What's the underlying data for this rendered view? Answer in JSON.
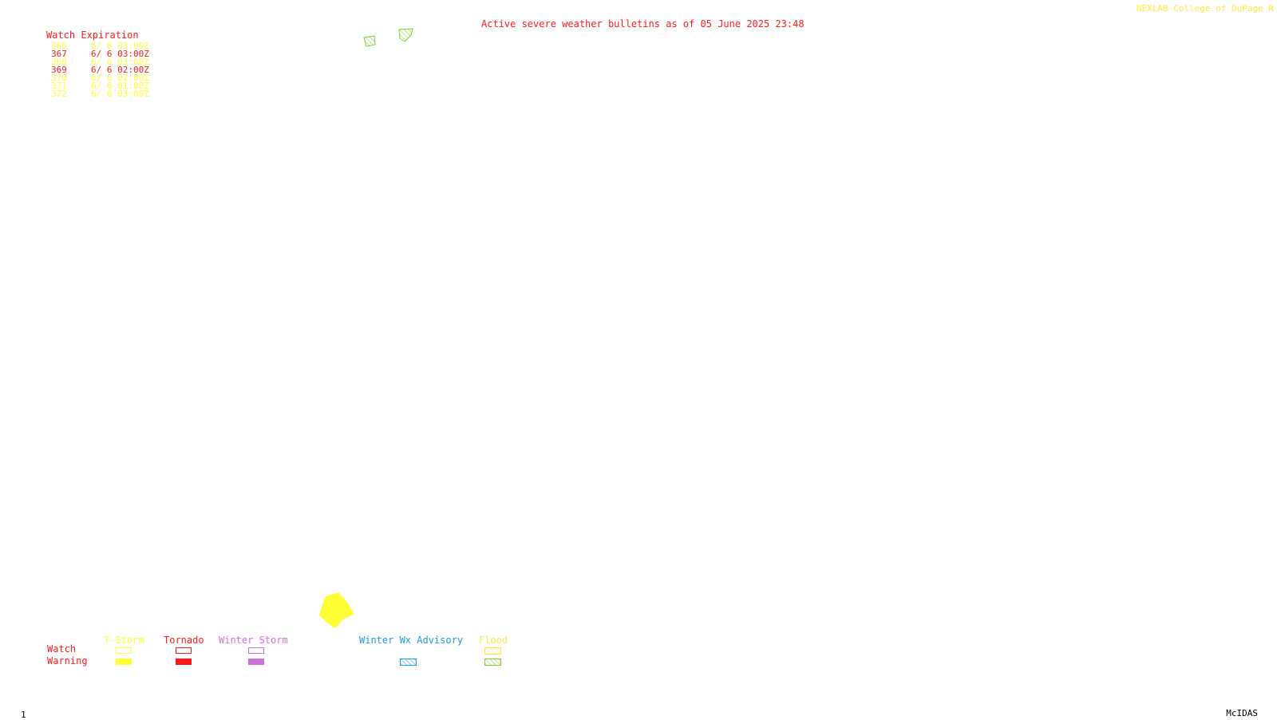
{
  "header": {
    "credit": "NEXLAB-College of DuPage R",
    "bulletin_title": "Active severe weather bulletins as of 05 June 2025 23:48"
  },
  "watch_expiration": {
    "heading": "Watch Expiration",
    "rows": [
      {
        "number": "366",
        "expires": "6/ 6 03:00Z",
        "color": "#ffff33"
      },
      {
        "number": "367",
        "expires": "6/ 6 03:00Z",
        "color": "#ff1a1a"
      },
      {
        "number": "368",
        "expires": "6/ 6 03:00Z",
        "color": "#ffff33"
      },
      {
        "number": "369",
        "expires": "6/ 6 02:00Z",
        "color": "#ff1a1a"
      },
      {
        "number": "370",
        "expires": "6/ 6 02:00Z",
        "color": "#ffff33"
      },
      {
        "number": "371",
        "expires": "6/ 6 01:00Z",
        "color": "#ffff33"
      },
      {
        "number": "372",
        "expires": "6/ 6 03:00Z",
        "color": "#ffff33"
      }
    ]
  },
  "legend": {
    "row_labels": {
      "watch": "Watch",
      "warning": "Warning"
    },
    "categories": {
      "tstorm": {
        "label": "T-Storm",
        "color": "#ffff33"
      },
      "tornado": {
        "label": "Tornado",
        "color": "#ff1a1a"
      },
      "winter_storm": {
        "label": "Winter Storm",
        "color": "#d070e0"
      },
      "winter_wx_advisory": {
        "label": "Winter Wx Advisory",
        "color": "#1a9be6"
      },
      "flood": {
        "label": "Flood",
        "color": "#ffea40",
        "warning_color": "#7fce2a"
      }
    }
  },
  "footer": {
    "frame_number": "1",
    "software": "McIDAS"
  }
}
